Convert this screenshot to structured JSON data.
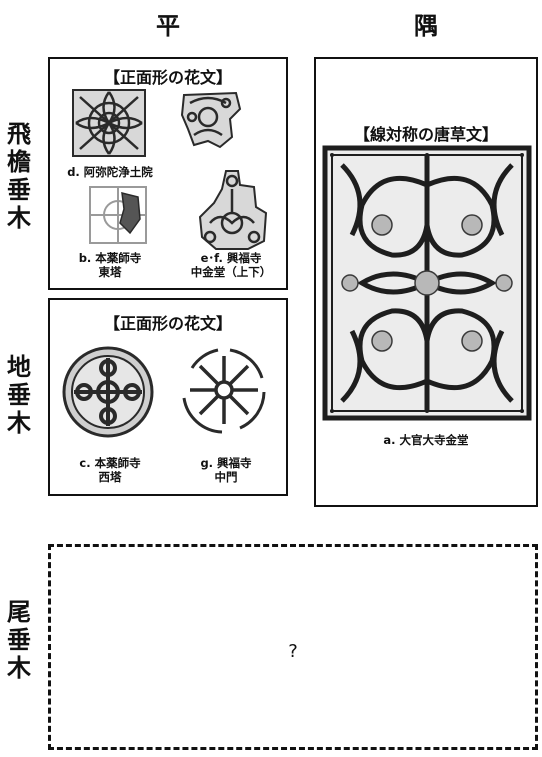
{
  "columns": {
    "flat": "平",
    "corner": "隅"
  },
  "rows": {
    "hiendaruki": [
      "飛",
      "檐",
      "垂",
      "木"
    ],
    "jidaruki": [
      "地",
      "垂",
      "木"
    ],
    "odaruki": [
      "尾",
      "垂",
      "木"
    ]
  },
  "box_hien": {
    "heading": "【正面形の花文】",
    "caption_d": "d. 阿弥陀浄土院",
    "caption_b": [
      "b. 本薬師寺",
      "東塔"
    ],
    "caption_ef": [
      "e･f. 興福寺",
      "中金堂（上下）"
    ]
  },
  "box_ji": {
    "heading": "【正面形の花文】",
    "caption_c": [
      "c. 本薬師寺",
      "西塔"
    ],
    "caption_g": [
      "g. 興福寺",
      "中門"
    ]
  },
  "box_corner": {
    "heading": "【線対称の唐草文】",
    "caption_a": "a. 大官大寺金堂"
  },
  "box_odaruki": {
    "unknown": "?"
  },
  "colors": {
    "line": "#111111",
    "ornament": "#2a2a2a",
    "ornament_light": "#8a8a8a",
    "background": "#ffffff"
  }
}
